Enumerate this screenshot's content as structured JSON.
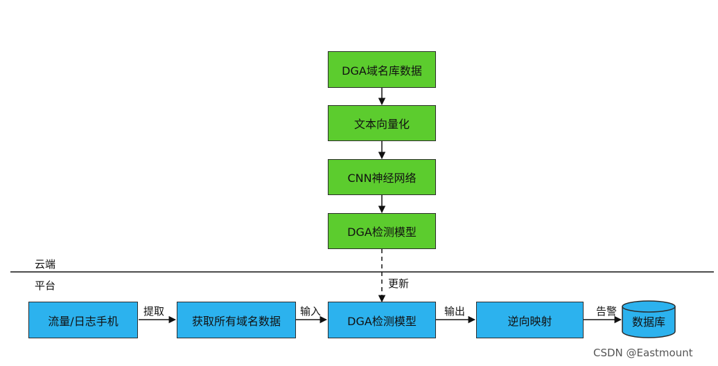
{
  "cloud": {
    "label": "云端",
    "boxes": [
      "DGA域名库数据",
      "文本向量化",
      "CNN神经网络",
      "DGA检测模型"
    ]
  },
  "platform": {
    "label": "平台",
    "boxes": [
      "流量/日志手机",
      "获取所有域名数据",
      "DGA检测模型",
      "逆向映射"
    ],
    "arrows": [
      "提取",
      "输入",
      "输出",
      "告警"
    ],
    "database": "数据库"
  },
  "update_label": "更新",
  "watermark": "CSDN @Eastmount",
  "colors": {
    "cloud_box": "#5ccc2e",
    "platform_box": "#2cb2ee",
    "database": "#2cb2ee"
  }
}
